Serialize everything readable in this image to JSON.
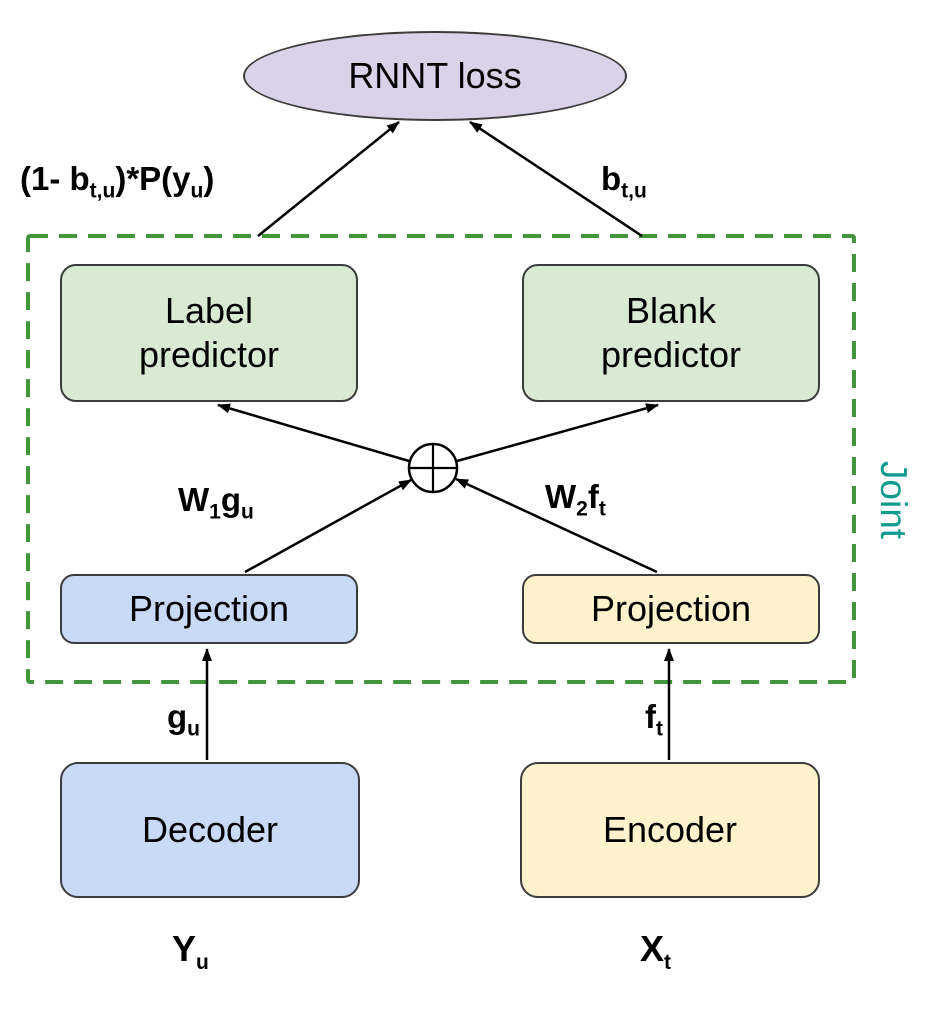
{
  "nodes": {
    "rnnt_loss": {
      "label": "RNNT loss"
    },
    "label_predictor": {
      "label": "Label\npredictor"
    },
    "blank_predictor": {
      "label": "Blank\npredictor"
    },
    "projection_left": {
      "label": "Projection"
    },
    "projection_right": {
      "label": "Projection"
    },
    "decoder": {
      "label": "Decoder"
    },
    "encoder": {
      "label": "Encoder"
    },
    "joint_region": {
      "label": "Joint"
    }
  },
  "edge_labels": {
    "label_prob": {
      "t1": "(1- b",
      "sub1": "t,u",
      "t2": ")*P(y",
      "sub2": "u",
      "t3": ")"
    },
    "blank_prob": {
      "t1": "b",
      "sub1": "t,u"
    },
    "w1gu": {
      "t1": "W",
      "sub1": "1",
      "t2": "g",
      "sub2": "u"
    },
    "w2ft": {
      "t1": "W",
      "sub1": "2",
      "t2": "f",
      "sub2": "t"
    },
    "gu": {
      "t1": "g",
      "sub1": "u"
    },
    "ft": {
      "t1": "f",
      "sub1": "t"
    },
    "yu": {
      "t1": "Y",
      "sub1": "u"
    },
    "xt": {
      "t1": "X",
      "sub1": "t"
    }
  },
  "colors": {
    "loss_fill": "#d9d2e9",
    "predictor_fill": "#d9ead3",
    "decoder_fill": "#c9daf8",
    "encoder_fill": "#fff2cc",
    "node_border": "#3c3c3c",
    "joint_border": "#43953d",
    "joint_text": "#0f9b8e"
  }
}
